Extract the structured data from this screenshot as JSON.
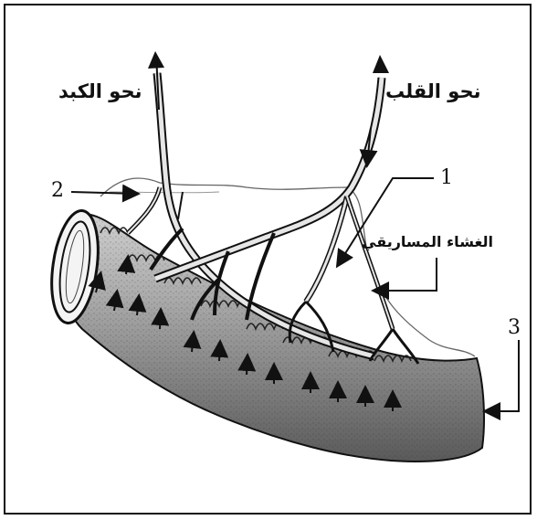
{
  "labels": {
    "liver": "نحو الكبد",
    "heart": "نحو القلب",
    "mesentery": "الغشاء المساريقي",
    "n1": "1",
    "n2": "2",
    "n3": "3"
  }
}
